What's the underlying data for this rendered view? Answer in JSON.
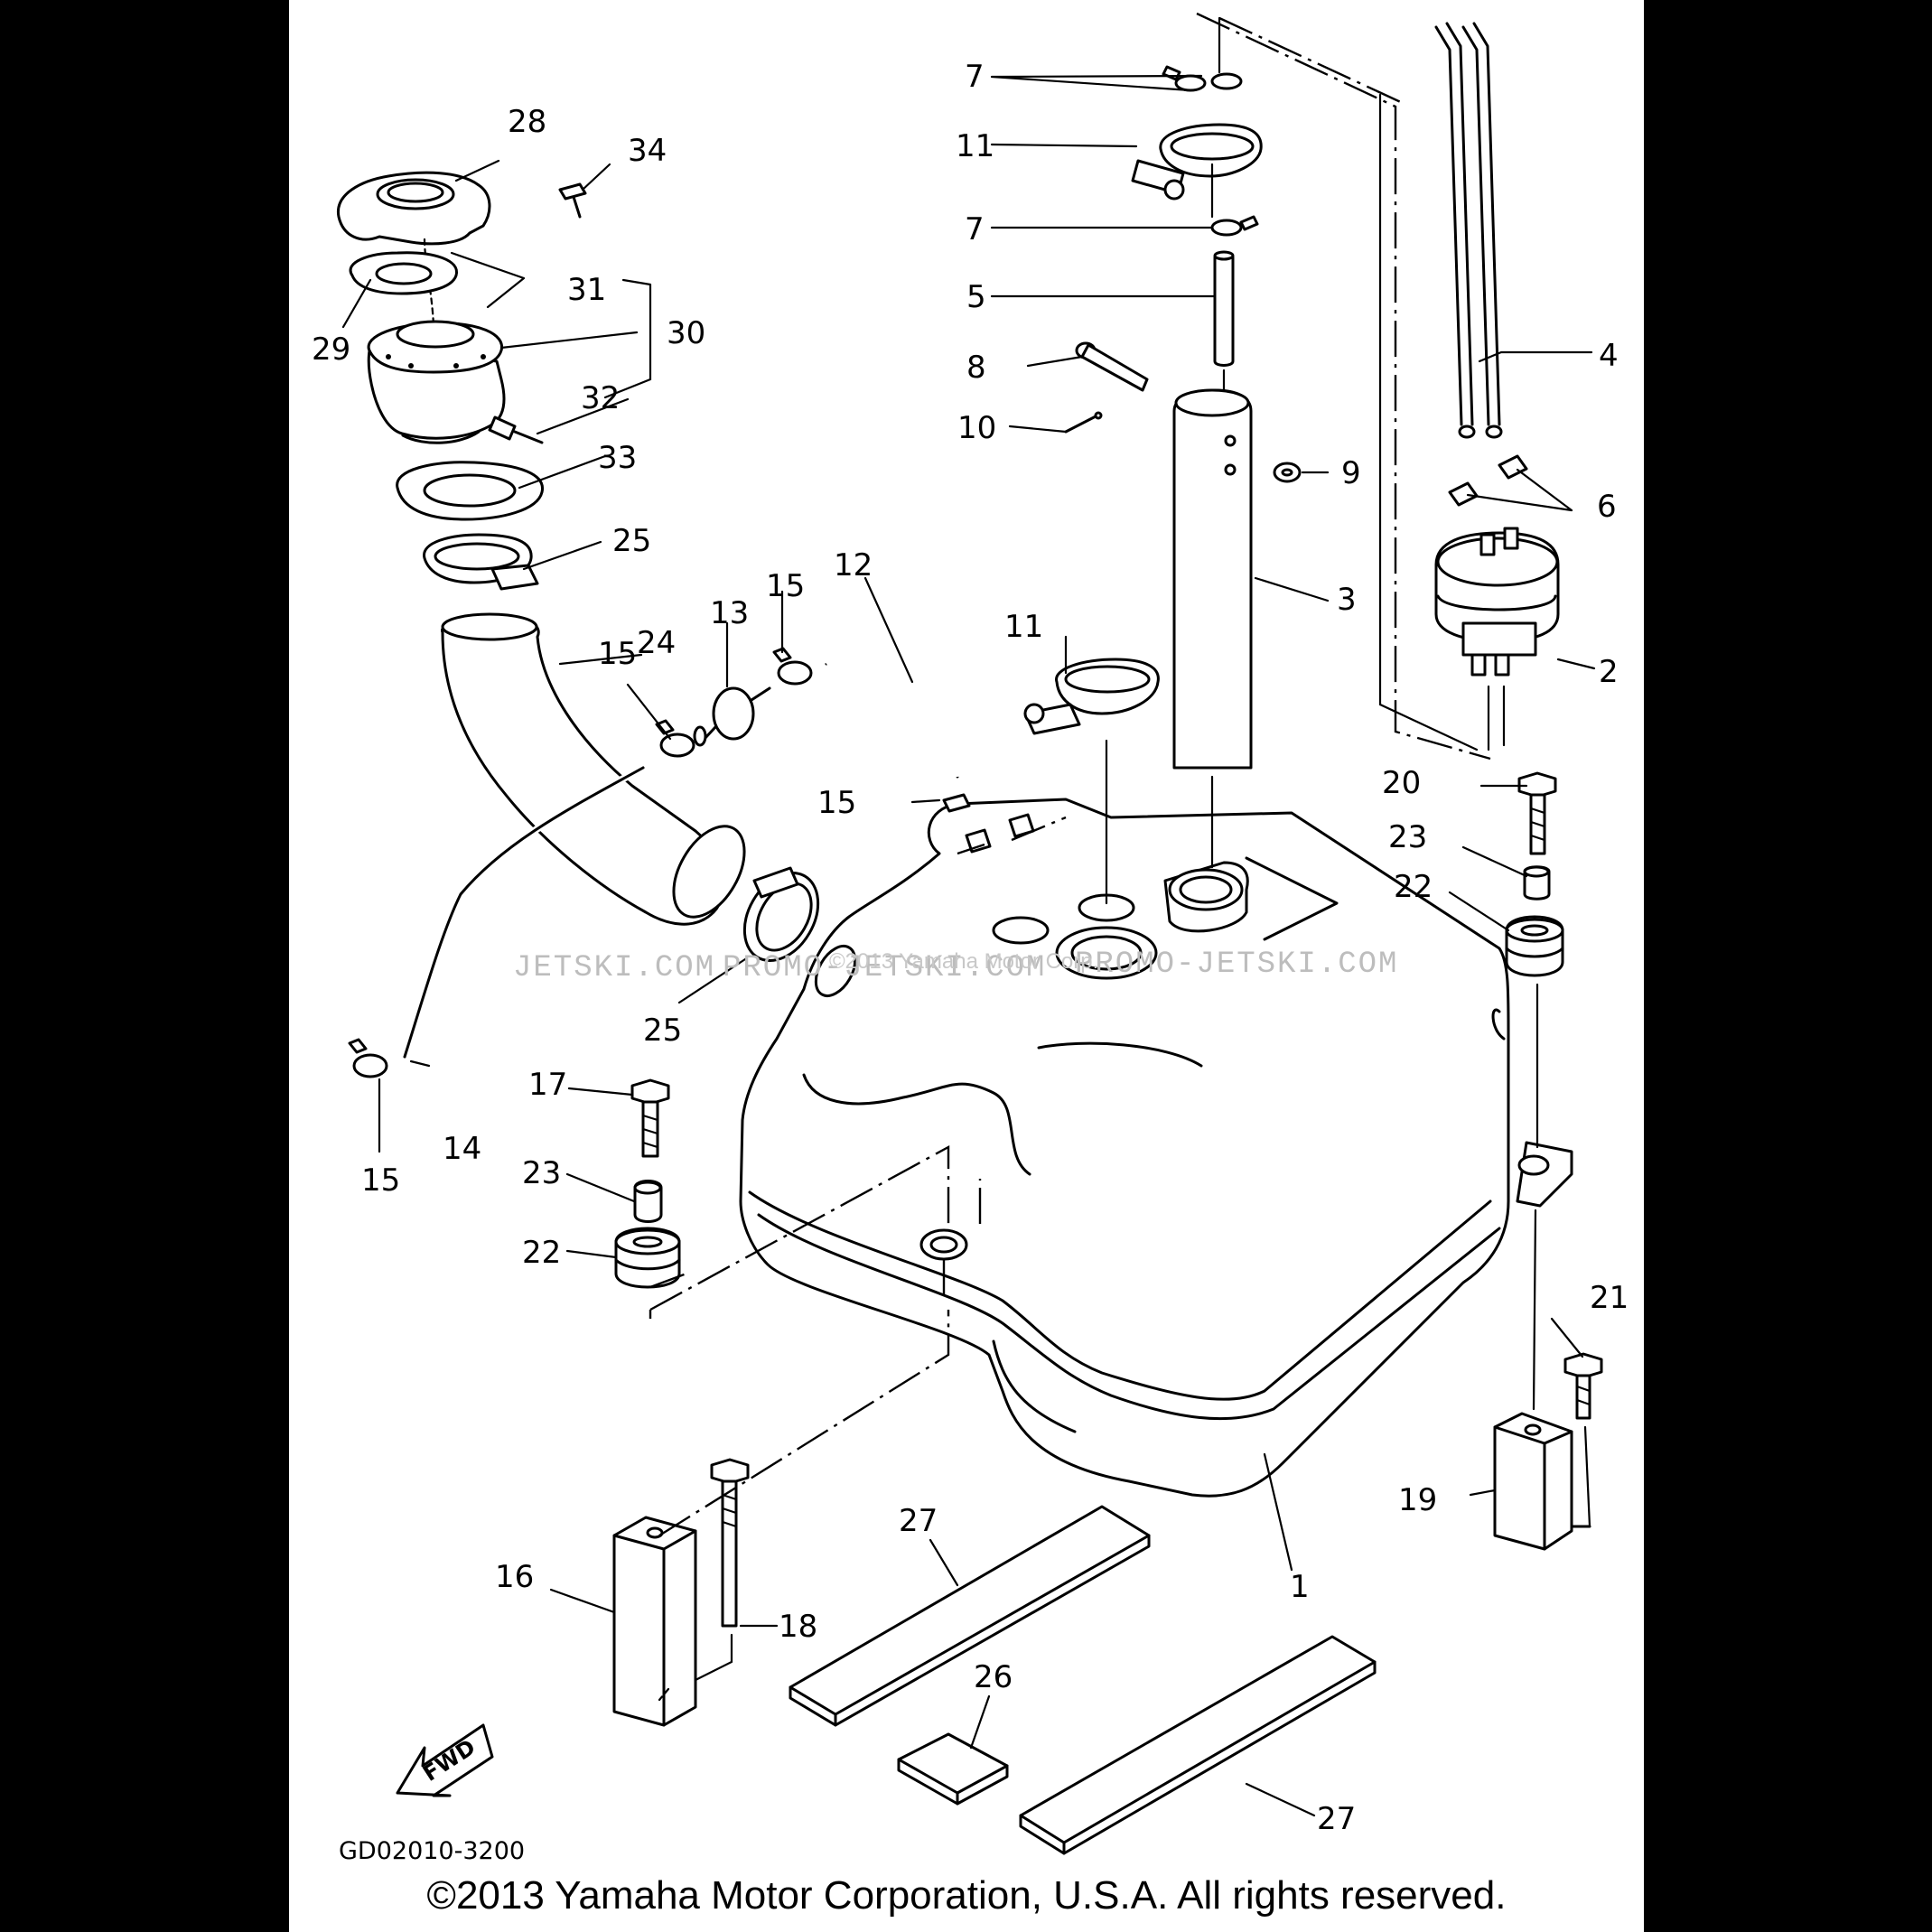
{
  "diagram": {
    "code": "GD02010-3200",
    "fwd_label": "FWD",
    "watermark_left": "JETSKI.COM",
    "watermark_center": "PROMO-JETSKI.COM",
    "watermark_right": "PROMO-JETSKI.COM",
    "watermark_small": "©2013 Yamaha Motor Corp.",
    "copyright": "©2013 Yamaha Motor Corporation, U.S.A. All rights reserved.",
    "callouts": [
      {
        "id": "c1",
        "text": "1"
      },
      {
        "id": "c2",
        "text": "2"
      },
      {
        "id": "c3",
        "text": "3"
      },
      {
        "id": "c4",
        "text": "4"
      },
      {
        "id": "c5",
        "text": "5"
      },
      {
        "id": "c6",
        "text": "6"
      },
      {
        "id": "c7a",
        "text": "7"
      },
      {
        "id": "c7b",
        "text": "7"
      },
      {
        "id": "c8",
        "text": "8"
      },
      {
        "id": "c9",
        "text": "9"
      },
      {
        "id": "c10",
        "text": "10"
      },
      {
        "id": "c11a",
        "text": "11"
      },
      {
        "id": "c11b",
        "text": "11"
      },
      {
        "id": "c12",
        "text": "12"
      },
      {
        "id": "c13",
        "text": "13"
      },
      {
        "id": "c14",
        "text": "14"
      },
      {
        "id": "c15a",
        "text": "15"
      },
      {
        "id": "c15b",
        "text": "15"
      },
      {
        "id": "c15c",
        "text": "15"
      },
      {
        "id": "c15d",
        "text": "15"
      },
      {
        "id": "c16",
        "text": "16"
      },
      {
        "id": "c17",
        "text": "17"
      },
      {
        "id": "c18",
        "text": "18"
      },
      {
        "id": "c19",
        "text": "19"
      },
      {
        "id": "c20",
        "text": "20"
      },
      {
        "id": "c21",
        "text": "21"
      },
      {
        "id": "c22a",
        "text": "22"
      },
      {
        "id": "c22b",
        "text": "22"
      },
      {
        "id": "c23a",
        "text": "23"
      },
      {
        "id": "c23b",
        "text": "23"
      },
      {
        "id": "c24",
        "text": "24"
      },
      {
        "id": "c25a",
        "text": "25"
      },
      {
        "id": "c25b",
        "text": "25"
      },
      {
        "id": "c26",
        "text": "26"
      },
      {
        "id": "c27a",
        "text": "27"
      },
      {
        "id": "c27b",
        "text": "27"
      },
      {
        "id": "c28",
        "text": "28"
      },
      {
        "id": "c29",
        "text": "29"
      },
      {
        "id": "c30",
        "text": "30"
      },
      {
        "id": "c31",
        "text": "31"
      },
      {
        "id": "c32",
        "text": "32"
      },
      {
        "id": "c33",
        "text": "33"
      },
      {
        "id": "c34",
        "text": "34"
      }
    ]
  }
}
